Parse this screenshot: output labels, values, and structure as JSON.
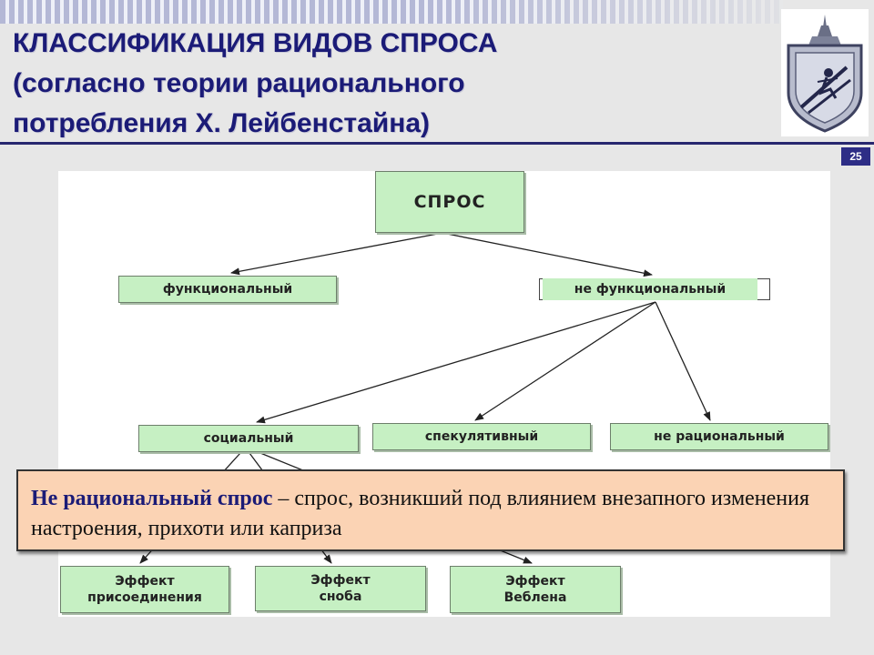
{
  "header": {
    "title_lines": [
      "КЛАССИФИКАЦИЯ ВИДОВ СПРОСА",
      "(согласно теории рационального",
      "потребления Х. Лейбенстайна)"
    ],
    "logo_icon": "university-emblem-icon"
  },
  "slide_number": "25",
  "diagram": {
    "root": "СПРОС",
    "functional": "функциональный",
    "non_functional": "не функциональный",
    "social": "социальный",
    "speculative": "спекулятивный",
    "irrational": "не рациональный",
    "effects": [
      {
        "line1": "Эффект",
        "line2": "присоединения"
      },
      {
        "line1": "Эффект",
        "line2": "сноба"
      },
      {
        "line1": "Эффект",
        "line2": "Веблена"
      }
    ]
  },
  "callout": {
    "term": "Не рациональный спрос",
    "definition": " – спрос, возникший под влиянием внезапного изменения настроения, прихоти или каприза"
  },
  "colors": {
    "title": "#1b1b77",
    "node_fill": "#c6f0c3",
    "callout_fill": "#fbd3b4",
    "rule": "#27276f"
  }
}
